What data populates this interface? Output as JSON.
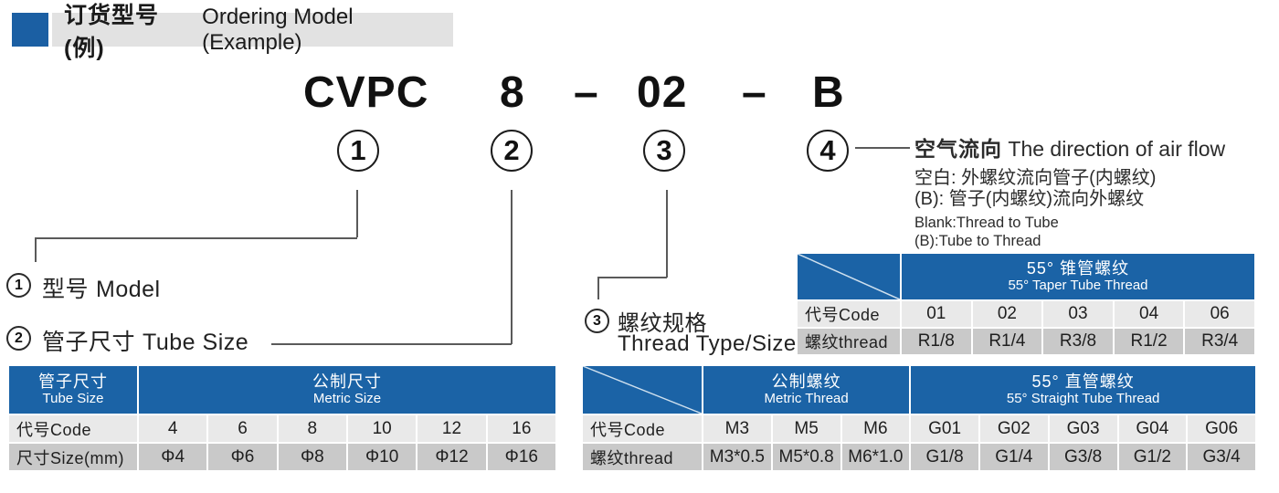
{
  "header": {
    "title_zh": "订货型号(例)",
    "title_en": "Ordering Model (Example)",
    "accent_color": "#1b5fa3",
    "bar_color": "#e2e2e2"
  },
  "model_code": {
    "part1": "CVPC",
    "part2": "8",
    "dash1": "–",
    "part3": "02",
    "dash2": "–",
    "part4": "B"
  },
  "callouts": {
    "c1": {
      "num": "1",
      "zh": "型号",
      "en": "Model"
    },
    "c2": {
      "num": "2",
      "zh": "管子尺寸",
      "en": "Tube Size"
    },
    "c3": {
      "num": "3",
      "zh": "螺纹规格",
      "en": "Thread Type/Size"
    },
    "c4": {
      "num": "4",
      "title_zh": "空气流向",
      "title_en": "The direction of air flow",
      "line1": "空白: 外螺纹流向管子(内螺纹)",
      "line2": "(B): 管子(内螺纹)流向外螺纹",
      "line3": "Blank:Thread to Tube",
      "line4": "(B):Tube to Thread"
    }
  },
  "tables": {
    "taper": {
      "group_zh": "55° 锥管螺纹",
      "group_en": "55° Taper Tube Thread",
      "row1_label": "代号Code",
      "row2_label": "螺纹thread",
      "codes": [
        "01",
        "02",
        "03",
        "04",
        "06"
      ],
      "threads": [
        "R1/8",
        "R1/4",
        "R3/8",
        "R1/2",
        "R3/4"
      ]
    },
    "tube": {
      "col0_zh": "管子尺寸",
      "col0_en": "Tube Size",
      "group_zh": "公制尺寸",
      "group_en": "Metric Size",
      "row1_label": "代号Code",
      "row2_label": "尺寸Size(mm)",
      "codes": [
        "4",
        "6",
        "8",
        "10",
        "12",
        "16"
      ],
      "sizes": [
        "Φ4",
        "Φ6",
        "Φ8",
        "Φ10",
        "Φ12",
        "Φ16"
      ]
    },
    "thread": {
      "group1_zh": "公制螺纹",
      "group1_en": "Metric Thread",
      "group2_zh": "55° 直管螺纹",
      "group2_en": "55° Straight Tube Thread",
      "row1_label": "代号Code",
      "row2_label": "螺纹thread",
      "codes": [
        "M3",
        "M5",
        "M6",
        "G01",
        "G02",
        "G03",
        "G04",
        "G06"
      ],
      "threads": [
        "M3*0.5",
        "M5*0.8",
        "M6*1.0",
        "G1/8",
        "G1/4",
        "G3/8",
        "G1/2",
        "G3/4"
      ]
    }
  },
  "colors": {
    "table_blue": "#1b63a6",
    "row_light": "#e9e9e9",
    "row_dark": "#c9c9c9"
  }
}
